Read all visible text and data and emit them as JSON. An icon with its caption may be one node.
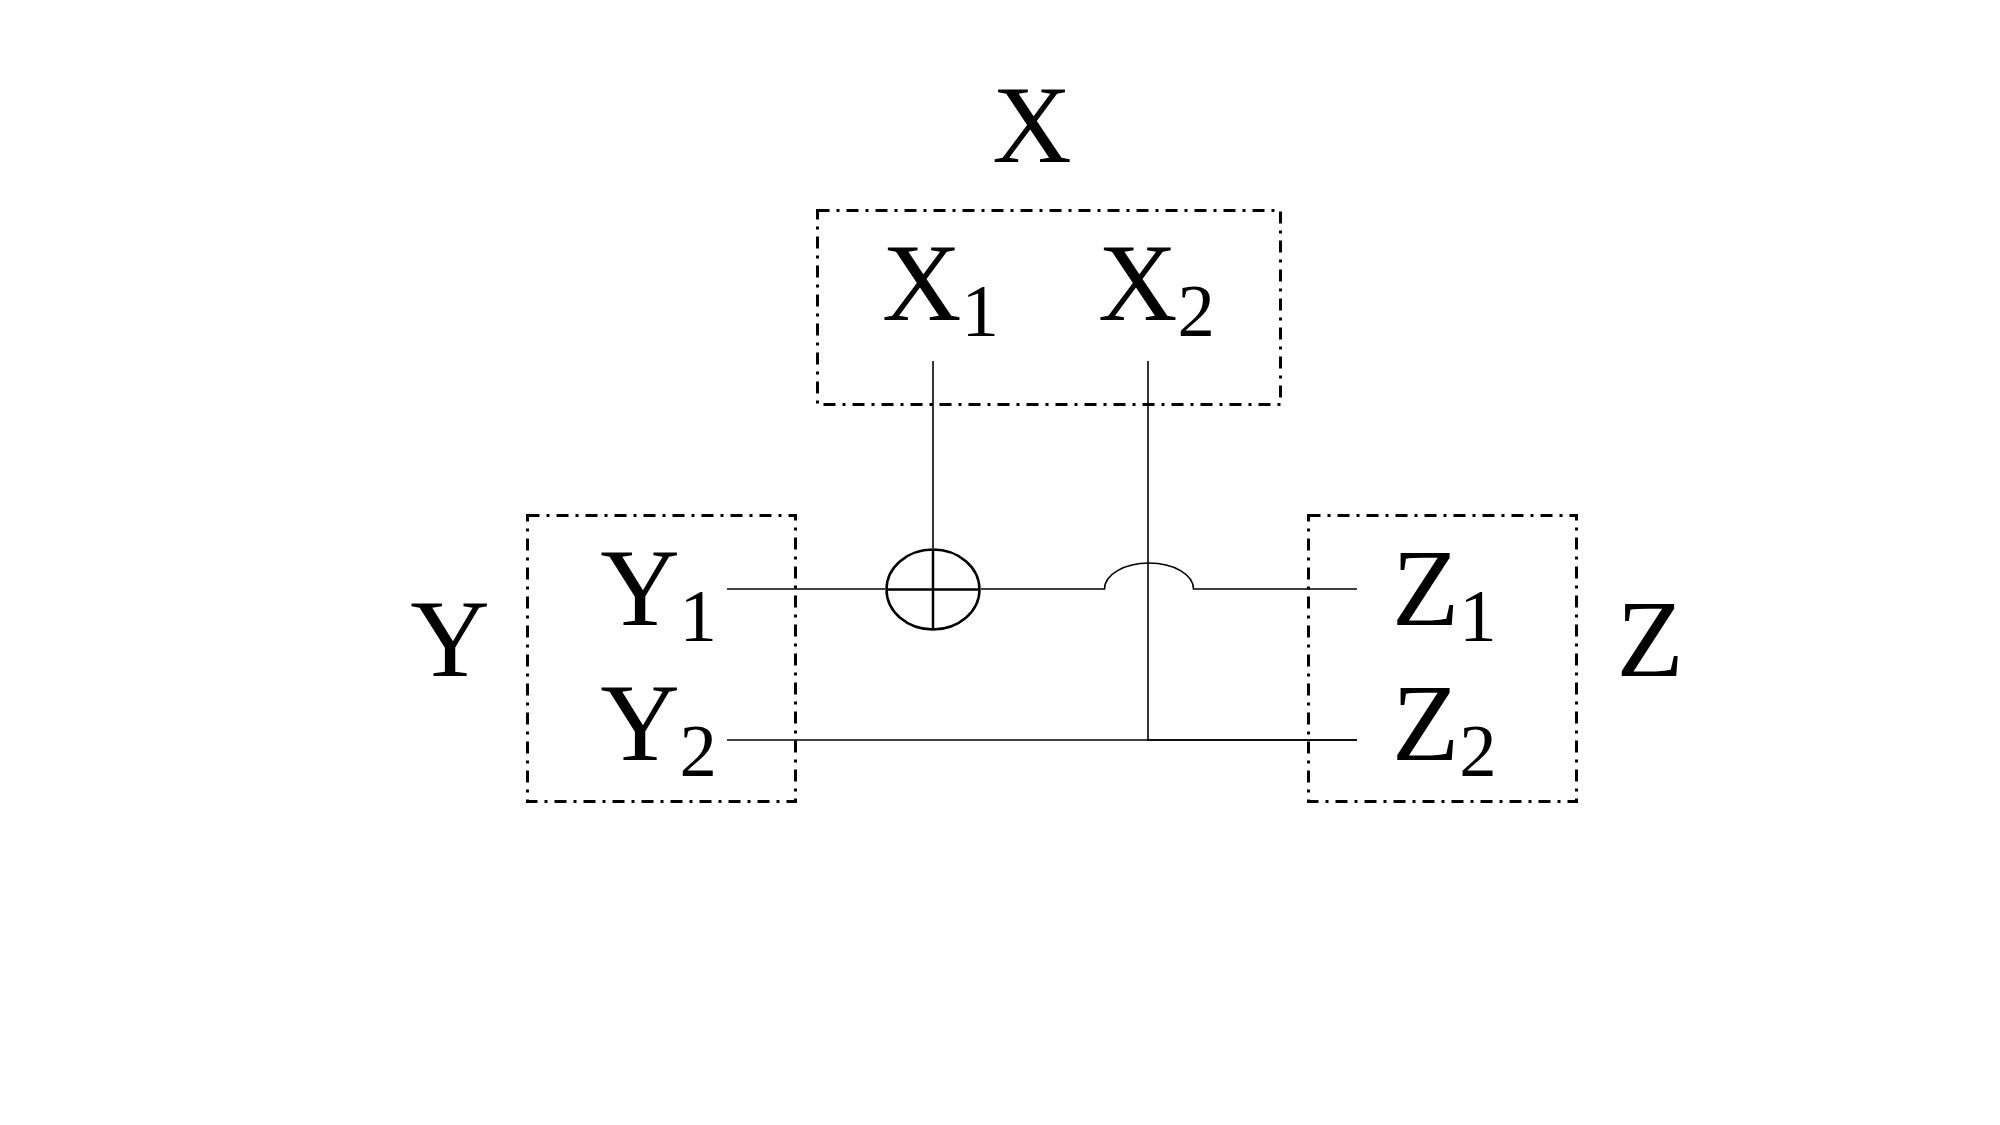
{
  "diagram": {
    "nodes": [
      {
        "text": [
          "X"
        ]
      },
      {
        "text": [
          "X$_{1}$"
        ],
        "in": 0
      },
      {
        "text": [
          "X$_{2}$"
        ],
        "in": 0
      },
      {
        "text": [
          "Y"
        ]
      },
      {
        "text": [
          "Y$_{1}$"
        ],
        "in": 3
      },
      {
        "text": [
          "Y$_{2}$"
        ],
        "in": 3
      },
      {
        "text": [],
        "shape": "circle"
      },
      {
        "text": [
          "Z"
        ]
      },
      {
        "text": [
          "Z$_{1}$"
        ],
        "in": 7
      },
      {
        "text": [
          "Z$_{2}$"
        ],
        "in": 7
      }
    ],
    "edges": [
      {
        "from": 4,
        "to": 6,
        "arrow": "none"
      },
      {
        "from": 1,
        "to": 6,
        "arrow": "none"
      },
      {
        "from": 6,
        "to": 8,
        "arrow": "none"
      },
      {
        "from": 5,
        "to": 9,
        "arrow": "none"
      },
      {
        "from": 2,
        "to": 9,
        "arrow": "none"
      }
    ]
  }
}
